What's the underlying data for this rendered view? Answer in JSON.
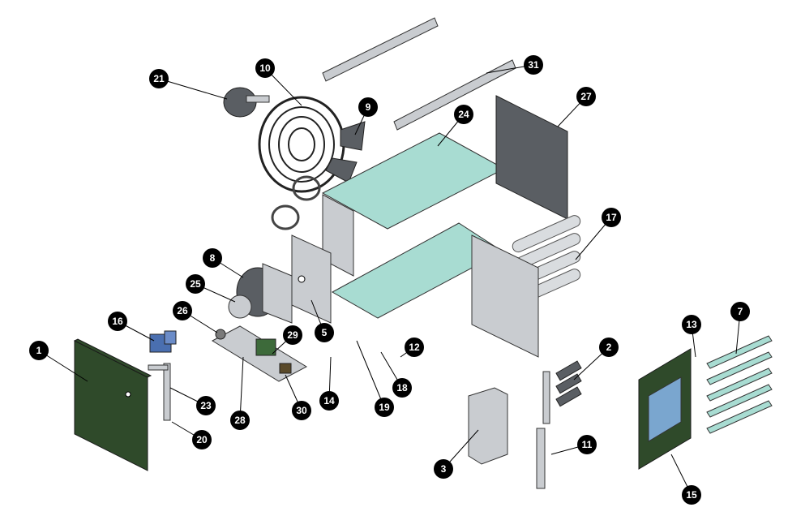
{
  "callouts": [
    {
      "id": "c1",
      "label": "1"
    },
    {
      "id": "c2",
      "label": "2"
    },
    {
      "id": "c3",
      "label": "3"
    },
    {
      "id": "c5",
      "label": "5"
    },
    {
      "id": "c7",
      "label": "7"
    },
    {
      "id": "c8",
      "label": "8"
    },
    {
      "id": "c9",
      "label": "9"
    },
    {
      "id": "c10",
      "label": "10"
    },
    {
      "id": "c11",
      "label": "11"
    },
    {
      "id": "c12",
      "label": "12"
    },
    {
      "id": "c13",
      "label": "13"
    },
    {
      "id": "c14",
      "label": "14"
    },
    {
      "id": "c15",
      "label": "15"
    },
    {
      "id": "c16",
      "label": "16"
    },
    {
      "id": "c17",
      "label": "17"
    },
    {
      "id": "c18",
      "label": "18"
    },
    {
      "id": "c19",
      "label": "19"
    },
    {
      "id": "c20",
      "label": "20"
    },
    {
      "id": "c21",
      "label": "21"
    },
    {
      "id": "c23",
      "label": "23"
    },
    {
      "id": "c24",
      "label": "24"
    },
    {
      "id": "c25",
      "label": "25"
    },
    {
      "id": "c26",
      "label": "26"
    },
    {
      "id": "c27",
      "label": "27"
    },
    {
      "id": "c28",
      "label": "28"
    },
    {
      "id": "c29",
      "label": "29"
    },
    {
      "id": "c30",
      "label": "30"
    },
    {
      "id": "c31",
      "label": "31"
    }
  ],
  "colors": {
    "callout_fill": "#000000",
    "panel_green": "#2f4a2a",
    "teal_panel": "#a8dcd2",
    "metal": "#c9ccd0"
  }
}
